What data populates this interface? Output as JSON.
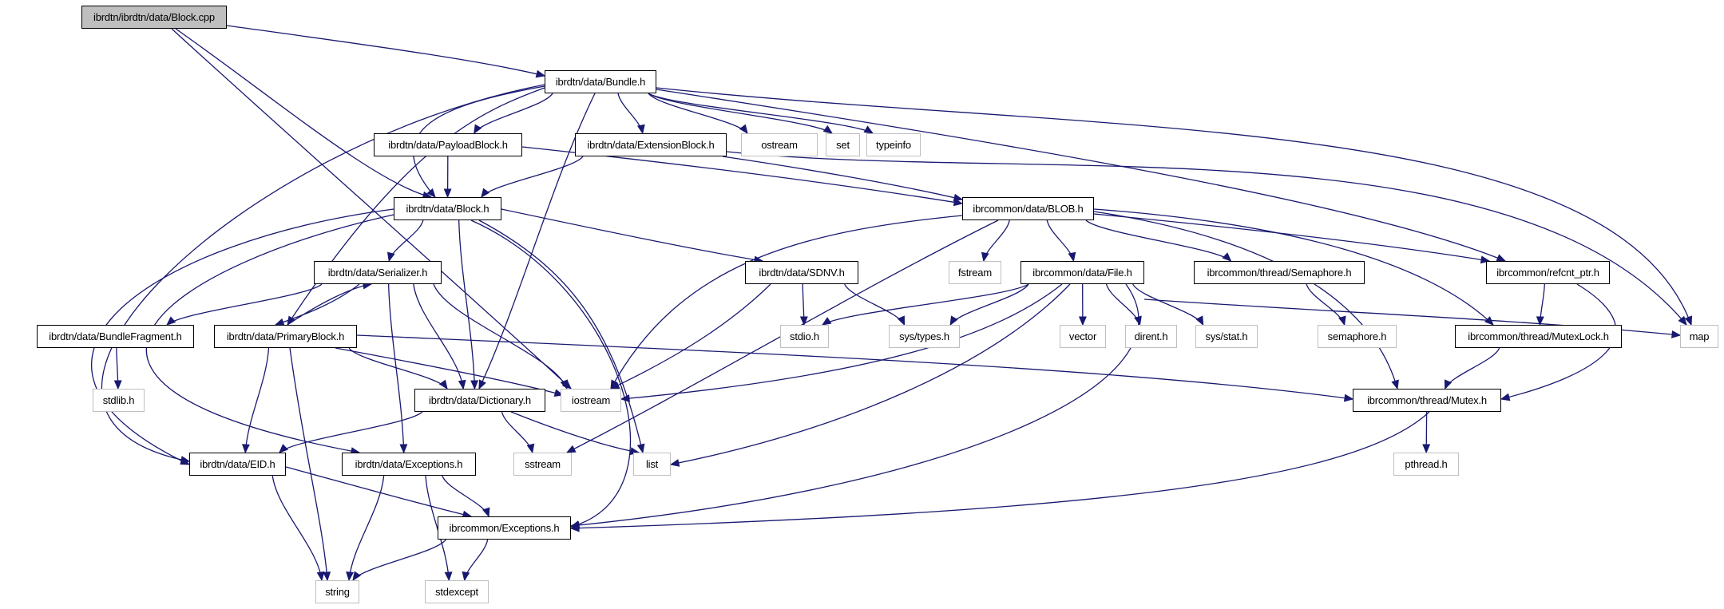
{
  "graph": {
    "title": "Include dependency graph for ibrdtn/ibrdtn/data/Block.cpp",
    "edge_color": "#191970",
    "root_fill": "#bfbfbf",
    "external_border": "#bfbfbf",
    "nodes": [
      {
        "id": "cpp",
        "label": "ibrdtn/ibrdtn/data/Block.cpp",
        "kind": "root"
      },
      {
        "id": "bundle",
        "label": "ibrdtn/data/Bundle.h",
        "kind": "internal"
      },
      {
        "id": "payload",
        "label": "ibrdtn/data/PayloadBlock.h",
        "kind": "internal"
      },
      {
        "id": "extension",
        "label": "ibrdtn/data/ExtensionBlock.h",
        "kind": "internal"
      },
      {
        "id": "ostream",
        "label": "ostream",
        "kind": "external"
      },
      {
        "id": "set",
        "label": "set",
        "kind": "external"
      },
      {
        "id": "typeinfo",
        "label": "typeinfo",
        "kind": "external"
      },
      {
        "id": "block",
        "label": "ibrdtn/data/Block.h",
        "kind": "internal"
      },
      {
        "id": "blob",
        "label": "ibrcommon/data/BLOB.h",
        "kind": "internal"
      },
      {
        "id": "serializer",
        "label": "ibrdtn/data/Serializer.h",
        "kind": "internal"
      },
      {
        "id": "sdnv",
        "label": "ibrdtn/data/SDNV.h",
        "kind": "internal"
      },
      {
        "id": "fstream",
        "label": "fstream",
        "kind": "external"
      },
      {
        "id": "file",
        "label": "ibrcommon/data/File.h",
        "kind": "internal"
      },
      {
        "id": "semaphoreh",
        "label": "ibrcommon/thread/Semaphore.h",
        "kind": "internal"
      },
      {
        "id": "refcnt",
        "label": "ibrcommon/refcnt_ptr.h",
        "kind": "internal"
      },
      {
        "id": "bfrag",
        "label": "ibrdtn/data/BundleFragment.h",
        "kind": "internal"
      },
      {
        "id": "primary",
        "label": "ibrdtn/data/PrimaryBlock.h",
        "kind": "internal"
      },
      {
        "id": "stdio",
        "label": "stdio.h",
        "kind": "external"
      },
      {
        "id": "systypes",
        "label": "sys/types.h",
        "kind": "external"
      },
      {
        "id": "vector",
        "label": "vector",
        "kind": "external"
      },
      {
        "id": "dirent",
        "label": "dirent.h",
        "kind": "external"
      },
      {
        "id": "sysstat",
        "label": "sys/stat.h",
        "kind": "external"
      },
      {
        "id": "semaphore",
        "label": "semaphore.h",
        "kind": "external"
      },
      {
        "id": "mutexlock",
        "label": "ibrcommon/thread/MutexLock.h",
        "kind": "internal"
      },
      {
        "id": "map",
        "label": "map",
        "kind": "external"
      },
      {
        "id": "stdlib",
        "label": "stdlib.h",
        "kind": "external"
      },
      {
        "id": "dictionary",
        "label": "ibrdtn/data/Dictionary.h",
        "kind": "internal"
      },
      {
        "id": "iostream",
        "label": "iostream",
        "kind": "external"
      },
      {
        "id": "mutex",
        "label": "ibrcommon/thread/Mutex.h",
        "kind": "internal"
      },
      {
        "id": "eid",
        "label": "ibrdtn/data/EID.h",
        "kind": "internal"
      },
      {
        "id": "dexcept",
        "label": "ibrdtn/data/Exceptions.h",
        "kind": "internal"
      },
      {
        "id": "sstream",
        "label": "sstream",
        "kind": "external"
      },
      {
        "id": "list",
        "label": "list",
        "kind": "external"
      },
      {
        "id": "pthread",
        "label": "pthread.h",
        "kind": "external"
      },
      {
        "id": "cexcept",
        "label": "ibrcommon/Exceptions.h",
        "kind": "internal"
      },
      {
        "id": "string",
        "label": "string",
        "kind": "external"
      },
      {
        "id": "stdexcept",
        "label": "stdexcept",
        "kind": "external"
      }
    ],
    "edges": [
      [
        "cpp",
        "bundle"
      ],
      [
        "cpp",
        "block"
      ],
      [
        "cpp",
        "iostream"
      ],
      [
        "bundle",
        "payload"
      ],
      [
        "bundle",
        "extension"
      ],
      [
        "bundle",
        "ostream"
      ],
      [
        "bundle",
        "set"
      ],
      [
        "bundle",
        "typeinfo"
      ],
      [
        "bundle",
        "block"
      ],
      [
        "bundle",
        "primary"
      ],
      [
        "bundle",
        "eid"
      ],
      [
        "bundle",
        "dictionary"
      ],
      [
        "bundle",
        "refcnt"
      ],
      [
        "bundle",
        "map"
      ],
      [
        "payload",
        "block"
      ],
      [
        "payload",
        "blob"
      ],
      [
        "extension",
        "block"
      ],
      [
        "extension",
        "blob"
      ],
      [
        "extension",
        "map"
      ],
      [
        "block",
        "serializer"
      ],
      [
        "block",
        "dictionary"
      ],
      [
        "block",
        "list"
      ],
      [
        "block",
        "cexcept"
      ],
      [
        "block",
        "sdnv"
      ],
      [
        "block",
        "eid"
      ],
      [
        "block",
        "dexcept"
      ],
      [
        "blob",
        "fstream"
      ],
      [
        "blob",
        "file"
      ],
      [
        "blob",
        "semaphoreh"
      ],
      [
        "blob",
        "refcnt"
      ],
      [
        "blob",
        "mutexlock"
      ],
      [
        "blob",
        "mutex"
      ],
      [
        "blob",
        "iostream"
      ],
      [
        "blob",
        "sstream"
      ],
      [
        "serializer",
        "bfrag"
      ],
      [
        "serializer",
        "primary"
      ],
      [
        "serializer",
        "dexcept"
      ],
      [
        "serializer",
        "dictionary"
      ],
      [
        "serializer",
        "iostream"
      ],
      [
        "sdnv",
        "stdio"
      ],
      [
        "sdnv",
        "systypes"
      ],
      [
        "sdnv",
        "iostream"
      ],
      [
        "file",
        "stdio"
      ],
      [
        "file",
        "systypes"
      ],
      [
        "file",
        "vector"
      ],
      [
        "file",
        "dirent"
      ],
      [
        "file",
        "sysstat"
      ],
      [
        "file",
        "map"
      ],
      [
        "file",
        "iostream"
      ],
      [
        "file",
        "list"
      ],
      [
        "file",
        "cexcept"
      ],
      [
        "semaphoreh",
        "semaphore"
      ],
      [
        "refcnt",
        "mutexlock"
      ],
      [
        "refcnt",
        "mutex"
      ],
      [
        "bfrag",
        "stdlib"
      ],
      [
        "primary",
        "serializer"
      ],
      [
        "primary",
        "eid"
      ],
      [
        "primary",
        "string"
      ],
      [
        "primary",
        "dictionary"
      ],
      [
        "primary",
        "iostream"
      ],
      [
        "primary",
        "mutex"
      ],
      [
        "mutexlock",
        "mutex"
      ],
      [
        "dictionary",
        "eid"
      ],
      [
        "dictionary",
        "sstream"
      ],
      [
        "dictionary",
        "list"
      ],
      [
        "mutex",
        "pthread"
      ],
      [
        "mutex",
        "cexcept"
      ],
      [
        "eid",
        "string"
      ],
      [
        "eid",
        "cexcept"
      ],
      [
        "dexcept",
        "string"
      ],
      [
        "dexcept",
        "stdexcept"
      ],
      [
        "dexcept",
        "cexcept"
      ],
      [
        "cexcept",
        "string"
      ],
      [
        "cexcept",
        "stdexcept"
      ]
    ]
  }
}
